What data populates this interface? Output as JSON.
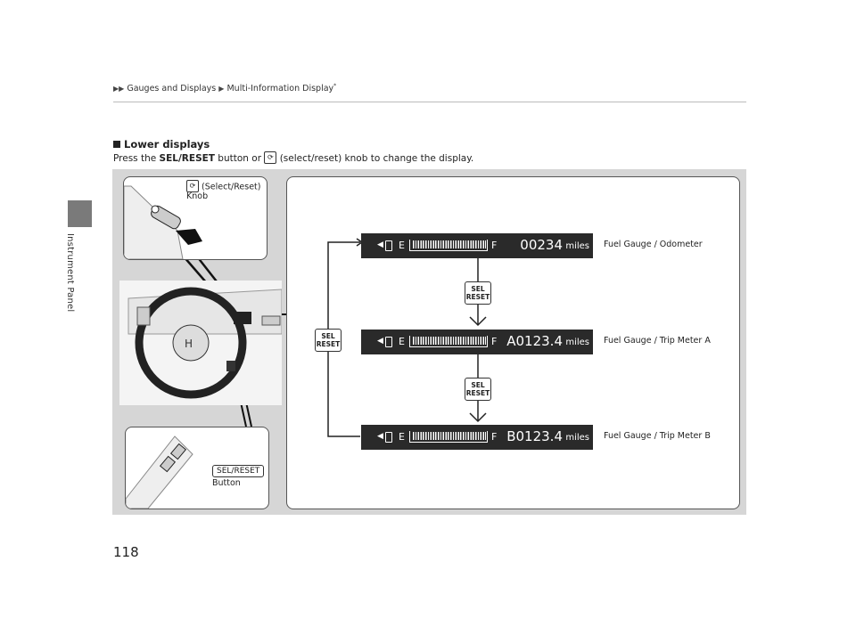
{
  "sidebar": {
    "label": "Instrument Panel"
  },
  "breadcrumb": {
    "first": "Gauges and Displays",
    "second": "Multi-Information Display",
    "mark": "*"
  },
  "section": {
    "title": "Lower displays"
  },
  "intro": {
    "p1": "Press the ",
    "bold": "SEL/RESET",
    "p2": " button or ",
    "p3": " (select/reset) knob to change the display."
  },
  "figure": {
    "knob_label": "(Select/Reset)",
    "knob_word": "Knob",
    "button_pill": "SEL/RESET",
    "button_word": "Button",
    "sel_line1": "SEL",
    "sel_line2": "RESET",
    "displays": [
      {
        "e": "E",
        "f": "F",
        "value": "00234",
        "unit": "miles",
        "caption": "Fuel Gauge / Odometer"
      },
      {
        "e": "E",
        "f": "F",
        "value": "A0123.4",
        "unit": "miles",
        "caption": "Fuel Gauge / Trip Meter A"
      },
      {
        "e": "E",
        "f": "F",
        "value": "B0123.4",
        "unit": "miles",
        "caption": "Fuel Gauge / Trip Meter B"
      }
    ]
  },
  "page": {
    "number": "118"
  }
}
